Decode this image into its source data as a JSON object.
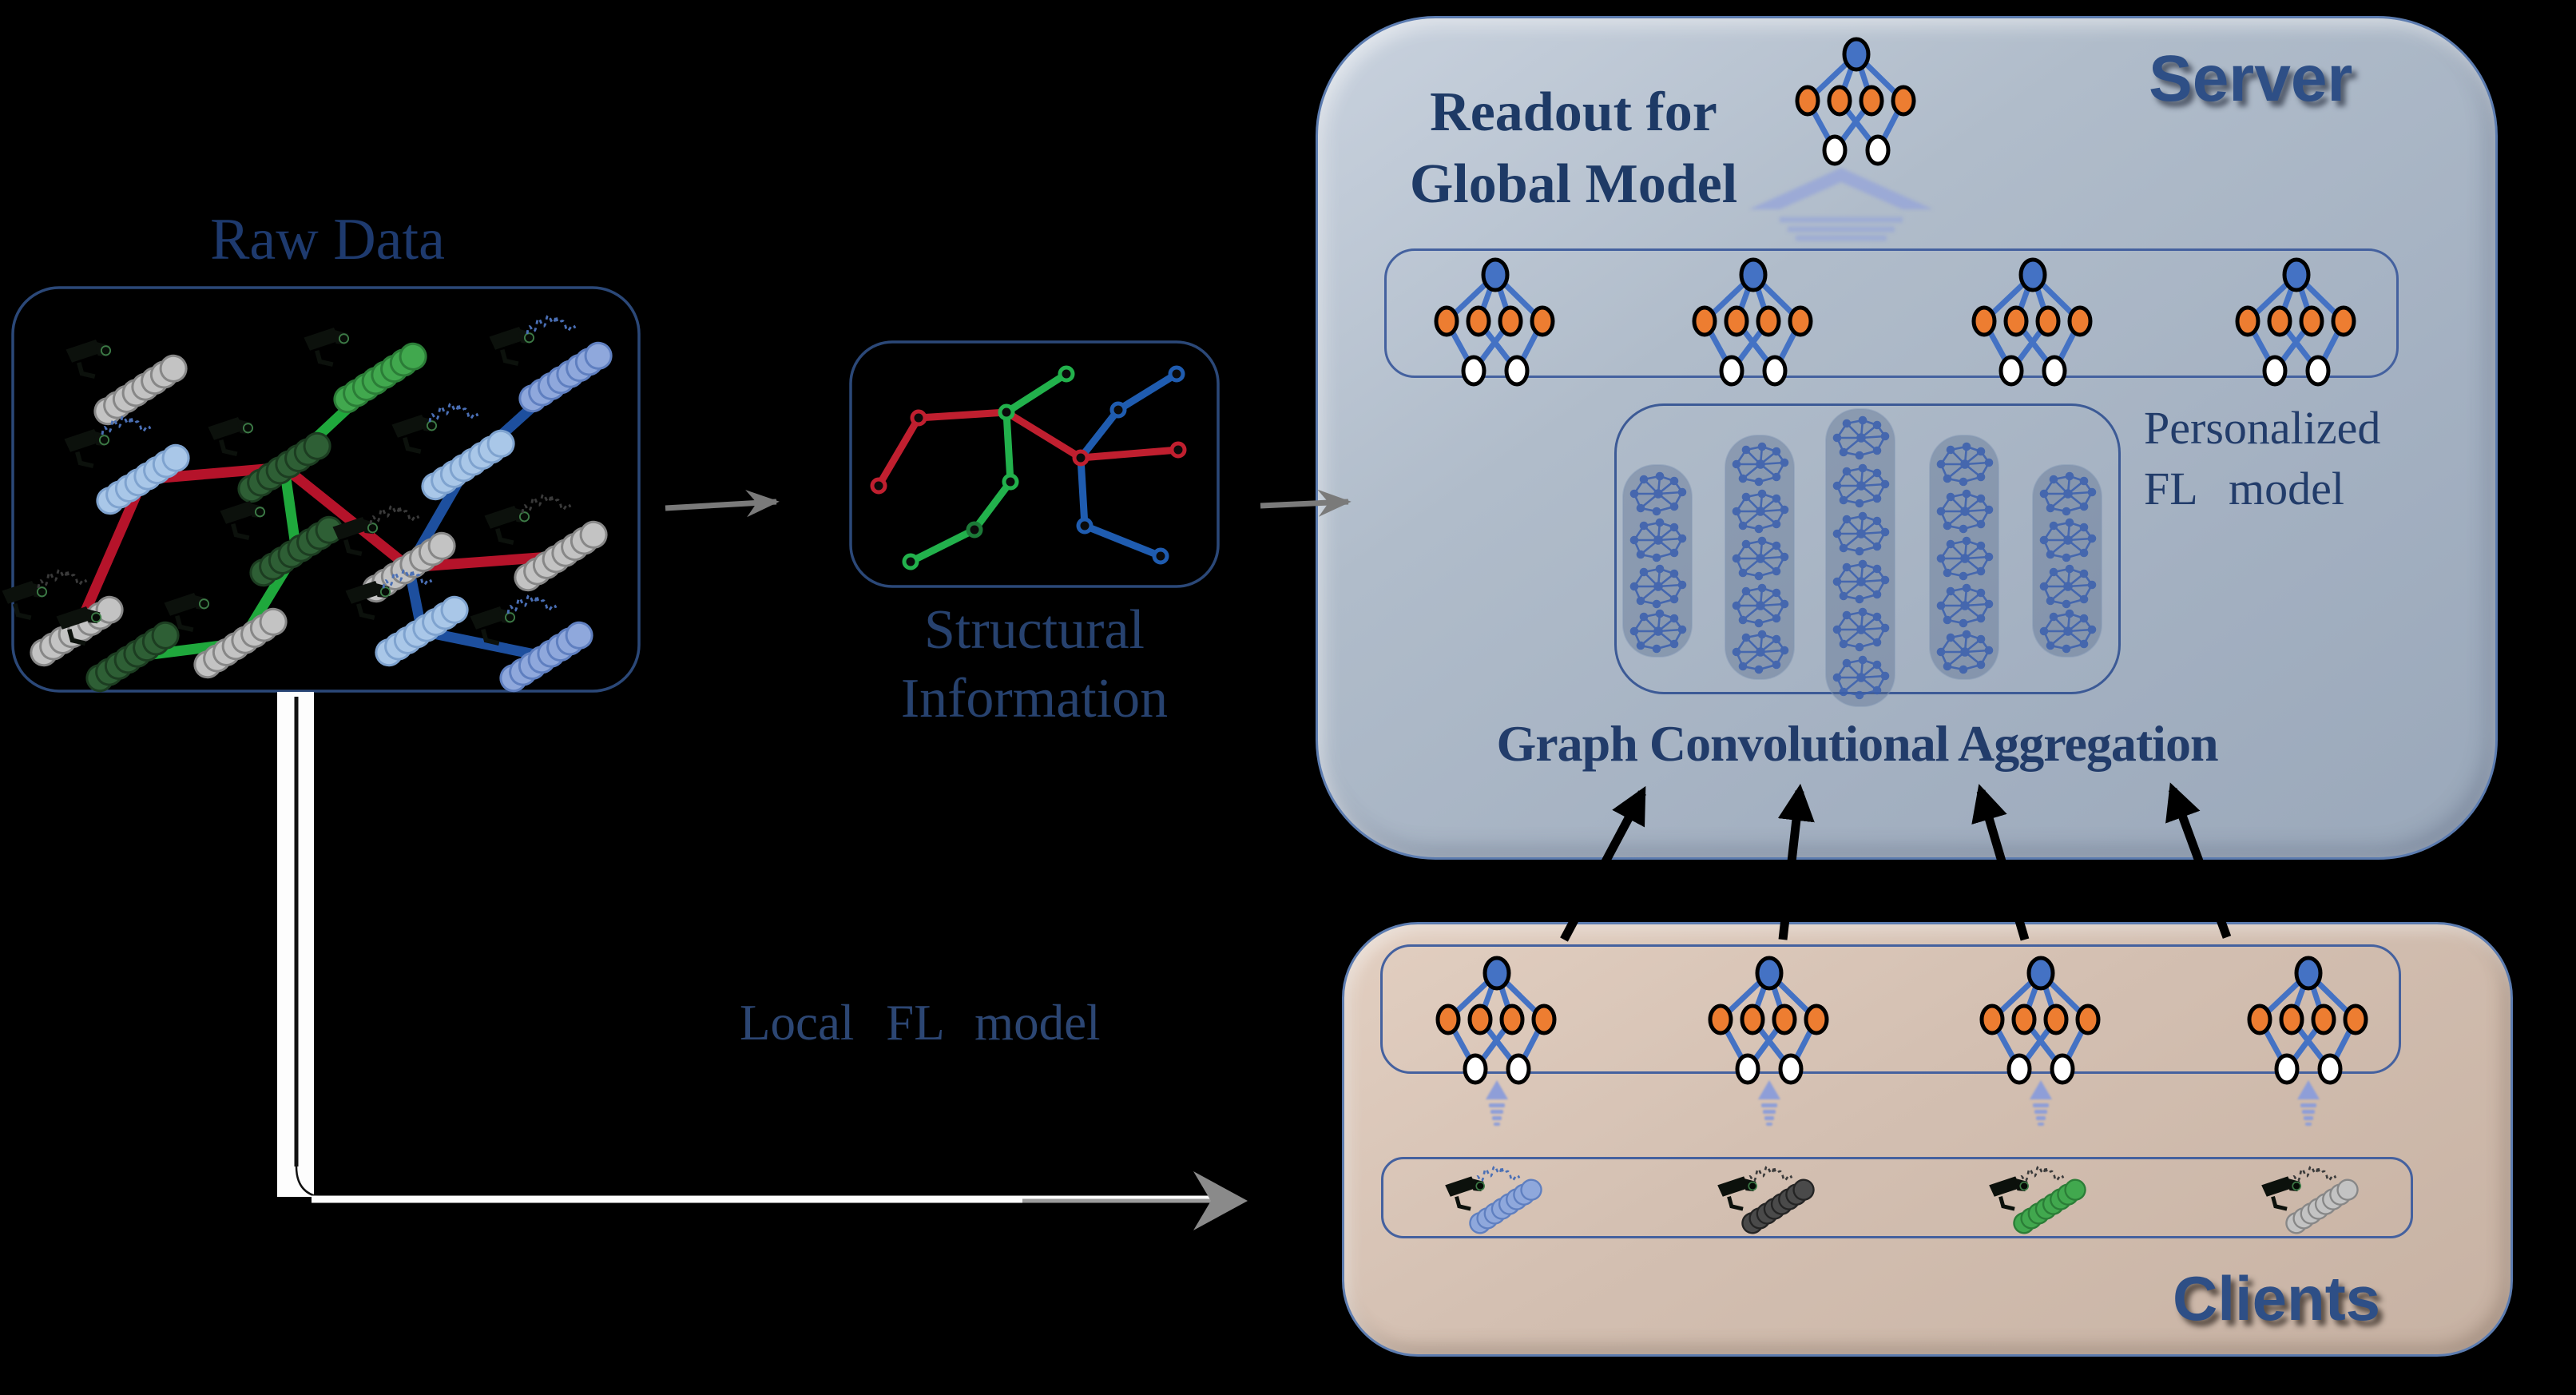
{
  "raw_data": {
    "label": "Raw Data"
  },
  "structural": {
    "line1": "Structural",
    "line2": "Information"
  },
  "server": {
    "title": "Server",
    "readout": {
      "line1": "Readout for",
      "line2": "Global Model"
    },
    "personalized": {
      "line1": "Personalized",
      "line2": "FL model"
    },
    "aggregation_label": "Graph Convolutional Aggregation"
  },
  "clients": {
    "title": "Clients",
    "local_model_label": "Local FL model"
  },
  "icons": {
    "neural_network": "nn-icon",
    "camera": "cctv-camera-icon",
    "sensor_cylinder": "sensor-cylinder-icon",
    "waveform": "signal-waveform-icon",
    "upload_arrow": "upload-arrow-icon",
    "readout_pyramid": "readout-pyramid-icon",
    "graph_batch_pill": "graph-batch-pill"
  },
  "colors": {
    "background": "#000000",
    "text_navy": "#203864",
    "heading_blue": "#2e4f86",
    "server_fill": "#aab6c5",
    "clients_fill": "#d2bdae",
    "box_border_blue": "#44619f",
    "edge_red": "#b5132a",
    "edge_green": "#1fa83c",
    "edge_blue": "#1d4f9e",
    "nn_edge_blue": "#4472c4",
    "nn_hidden_orange": "#ed7d31",
    "nn_output_white": "#ffffff",
    "arrow_black": "#000000",
    "arrow_gray": "#7a7a7a",
    "arrow_white": "#ffffff",
    "upload_arrow_periwinkle": "#8e9ed8"
  }
}
